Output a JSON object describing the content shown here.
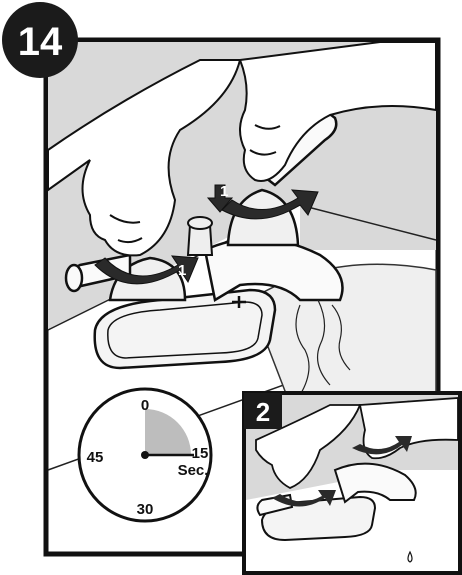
{
  "step": {
    "number": "14",
    "badge_bg": "#1b1b1b",
    "badge_fg": "#ffffff"
  },
  "dial": {
    "ticks": {
      "top": "0",
      "right": "15",
      "bottom": "30",
      "left": "45"
    },
    "unit": "Sec.",
    "elapsed_fraction": 0.25,
    "shade_color": "#bdbdbd"
  },
  "inset": {
    "label": "2",
    "label_bg": "#1b1b1b",
    "label_fg": "#ffffff"
  },
  "arrows": {
    "left_handle": "1",
    "right_handle": "1"
  },
  "colors": {
    "frame": "#111111",
    "background_tint": "#d9d9d9",
    "counter": "#e6e6e6"
  }
}
